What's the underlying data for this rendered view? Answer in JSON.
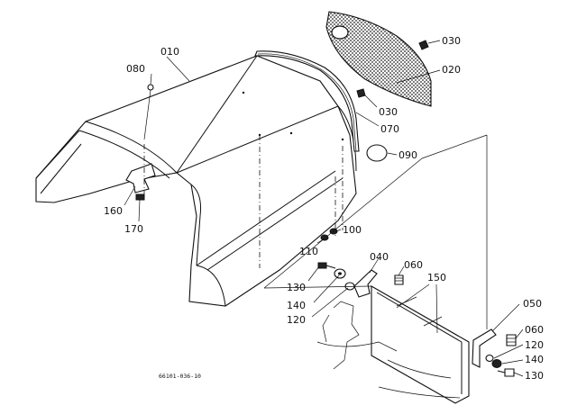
{
  "drawing_ref": "66101-036-10",
  "parts": {
    "p010": "010",
    "p020": "020",
    "p030a": "030",
    "p030b": "030",
    "p040": "040",
    "p050": "050",
    "p060a": "060",
    "p060b": "060",
    "p070": "070",
    "p080": "080",
    "p090": "090",
    "p100": "100",
    "p110": "110",
    "p120a": "120",
    "p120b": "120",
    "p130a": "130",
    "p130b": "130",
    "p140a": "140",
    "p140b": "140",
    "p150": "150",
    "p160": "160",
    "p170": "170"
  }
}
